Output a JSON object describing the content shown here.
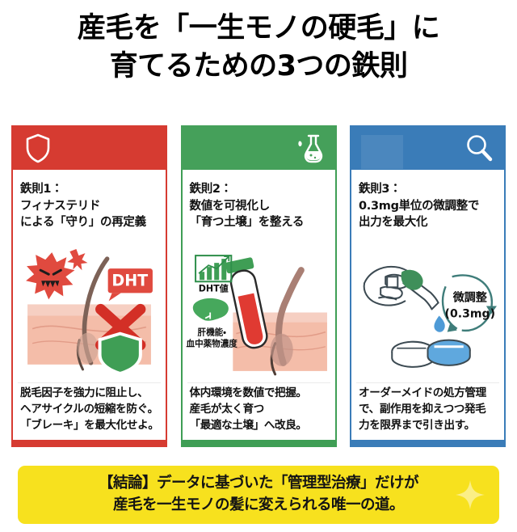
{
  "title": {
    "line1": "産毛を「一生モノの硬毛」に",
    "line2": "育てるための3つの鉄則"
  },
  "cards": [
    {
      "id": "rule-1",
      "accent": "#d63b31",
      "header_icon": "shield-icon",
      "heading": "鉄則1：\nフィナステリド\nによる「守り」の再定義",
      "caption": "脱毛因子を強力に阻止し、\nヘアサイクルの短縮を防ぐ。\n「ブレーキ」を最大化せよ。",
      "illustration": {
        "name": "dht-blocked-follicle",
        "labels": {
          "bubble": "DHT"
        }
      }
    },
    {
      "id": "rule-2",
      "accent": "#3f9e55",
      "header_icon": "flask-icon",
      "heading": "鉄則2：\n数値を可視化し\n「育つ土壌」を整える",
      "caption": "体内環境を数値で把握。\n産毛が太く育つ\n「最適な土壌」へ改良。",
      "illustration": {
        "name": "blood-test-follicle",
        "labels": {
          "chart": "DHT値",
          "liver": "肝機能・\n血中薬物濃度"
        }
      }
    },
    {
      "id": "rule-3",
      "accent": "#3a7cb8",
      "header_icon": "magnifier-icon",
      "heading": "鉄則3：\n0.3mg単位の微調整で\n出力を最大化",
      "caption": "オーダーメイドの処方管理\nで、副作用を抑えつつ発毛\n力を限界まで引き出す。",
      "illustration": {
        "name": "dropper-dose-adjust",
        "labels": {
          "adjust_line1": "微調整",
          "adjust_line2": "(0.3mg)"
        }
      }
    }
  ],
  "footer": {
    "background": "#f7e11e",
    "text": "【結論】データに基づいた「管理型治療」だけが\n産毛を一生モノの髪に変えられる唯一の道。",
    "decoration": "sparkle-icon"
  }
}
